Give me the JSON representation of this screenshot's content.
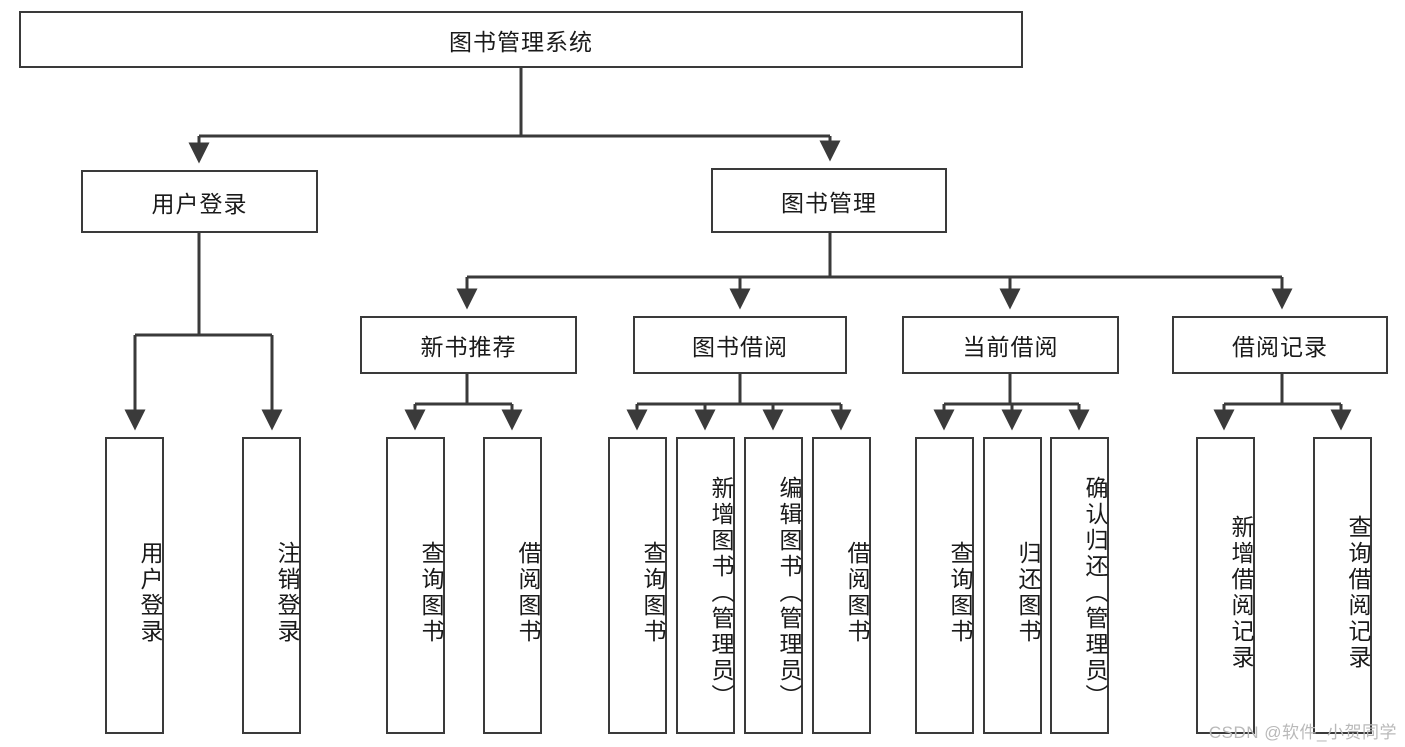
{
  "diagram": {
    "type": "tree",
    "title": "图书管理系统",
    "orientation": "top-down",
    "edge_color": "#3a3a3a",
    "box_border_color": "#3a3a3a",
    "box_fill_color": "#ffffff",
    "text_color": "#1a1a1a",
    "root": {
      "label": "图书管理系统"
    },
    "level2": [
      {
        "label": "用户登录"
      },
      {
        "label": "图书管理"
      }
    ],
    "level3": [
      {
        "label": "新书推荐"
      },
      {
        "label": "图书借阅"
      },
      {
        "label": "当前借阅"
      },
      {
        "label": "借阅记录"
      }
    ],
    "leaves": {
      "user_login": [
        {
          "label": "用户登录"
        },
        {
          "label": "注销登录"
        }
      ],
      "new_book_recommend": [
        {
          "label": "查询图书"
        },
        {
          "label": "借阅图书"
        }
      ],
      "book_borrow": [
        {
          "label": "查询图书"
        },
        {
          "label": "新增图书（管理员）"
        },
        {
          "label": "编辑图书（管理员）"
        },
        {
          "label": "借阅图书"
        }
      ],
      "current_borrow": [
        {
          "label": "查询图书"
        },
        {
          "label": "归还图书"
        },
        {
          "label": "确认归还（管理员）"
        }
      ],
      "borrow_record": [
        {
          "label": "新增借阅记录"
        },
        {
          "label": "查询借阅记录"
        }
      ]
    }
  },
  "watermark": {
    "text": "CSDN @软件_小贺同学",
    "color": "#b9b9b9"
  }
}
